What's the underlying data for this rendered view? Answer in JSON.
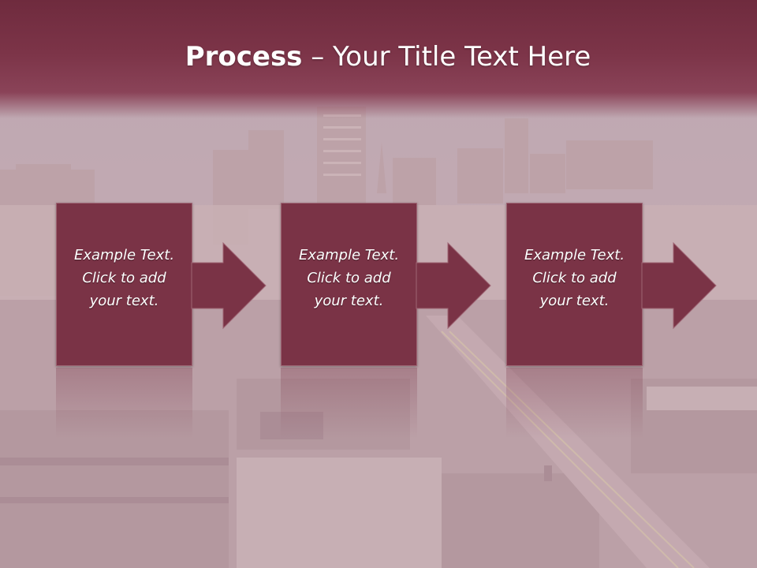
{
  "slide": {
    "title_bold": "Process",
    "title_rest": " – Your Title Text Here",
    "steps": [
      {
        "lines": [
          "Example Text.",
          "Click  to add",
          "your text."
        ]
      },
      {
        "lines": [
          "Example Text.",
          "Click  to add",
          "your text."
        ]
      },
      {
        "lines": [
          "Example Text.",
          "Click  to add",
          "your text."
        ]
      }
    ]
  },
  "colors": {
    "title_band": "#7c3448",
    "box_fill": "#7a3346",
    "arrow_fill": "#7a3346",
    "text": "#ffffff"
  },
  "icons": [
    "arrow-right-icon"
  ]
}
